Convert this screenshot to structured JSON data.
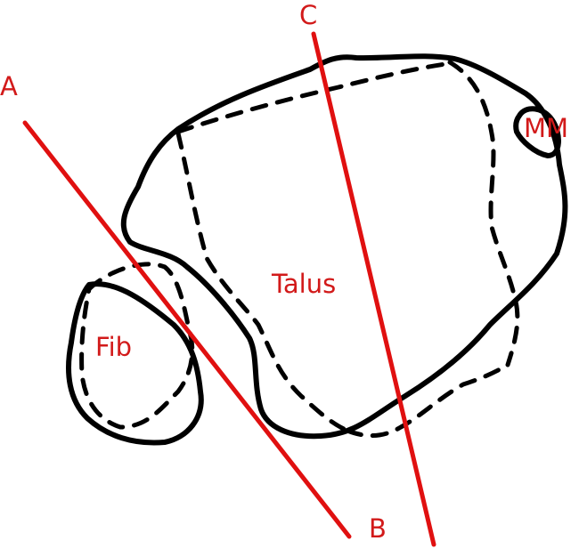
{
  "colors": {
    "outline": "#000000",
    "reference_line": "#e01010",
    "label": "#d21a1a"
  },
  "line_endpoint_labels": {
    "a": "A",
    "b": "B",
    "c": "C"
  },
  "structure_labels": {
    "talus": "Talus",
    "fibula": "Fib",
    "medial_malleolus": "MM"
  }
}
